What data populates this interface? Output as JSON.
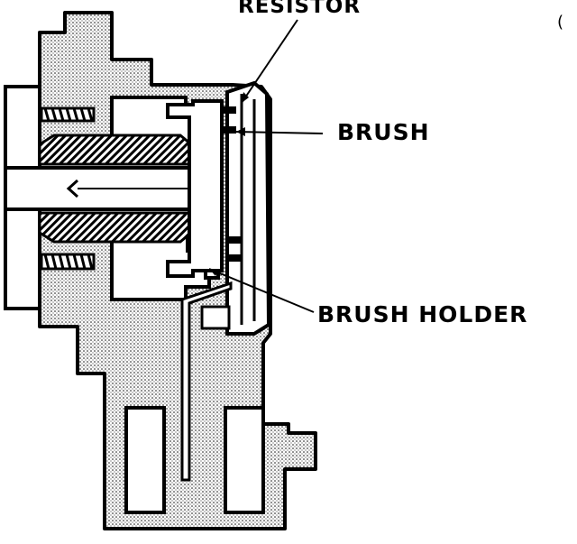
{
  "labels": {
    "resistor": "RESISTOR",
    "brush": "BRUSH",
    "brush_holder": "BRUSH HOLDER",
    "corner_mark": "("
  },
  "colors": {
    "ink": "#000000",
    "paper": "#ffffff",
    "stipple": "#000000"
  }
}
